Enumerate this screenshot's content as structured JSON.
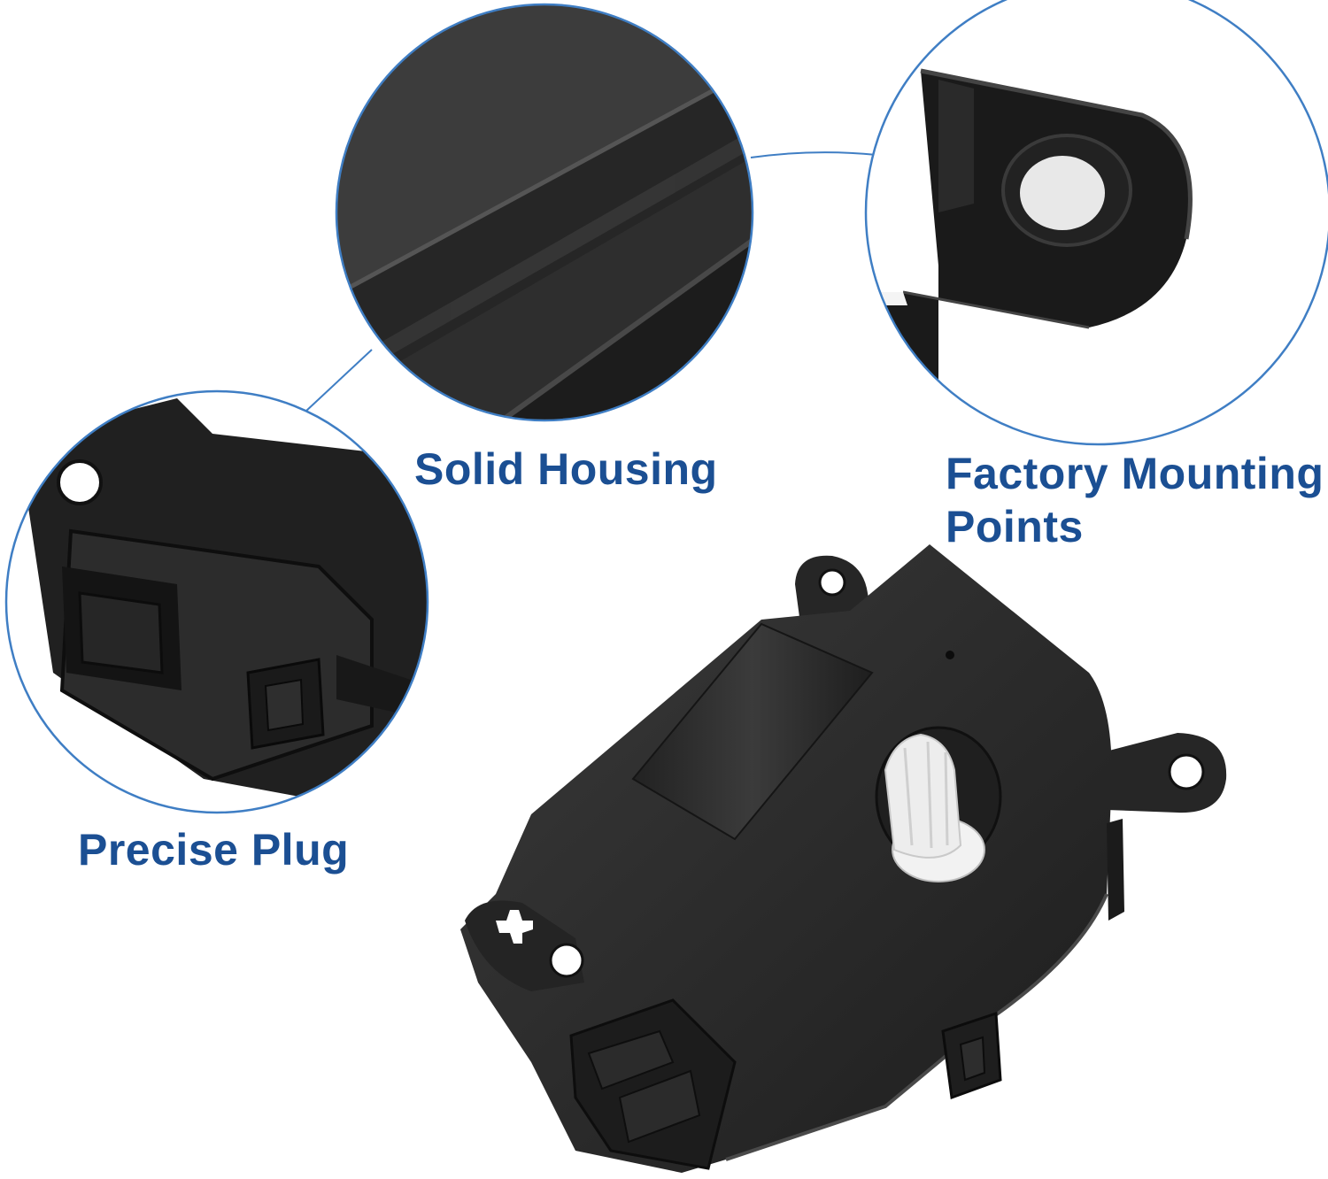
{
  "labels": {
    "solid_housing": "Solid Housing",
    "factory_mounting_line1": "Factory Mounting",
    "factory_mounting_line2": "Points",
    "precise_plug": "Precise Plug"
  },
  "colors": {
    "background": "#ffffff",
    "label_text": "#1b4f93",
    "callout_outline": "#3f7ec4",
    "part_body": "#2a2a2a",
    "gear": "#eeeeee"
  }
}
